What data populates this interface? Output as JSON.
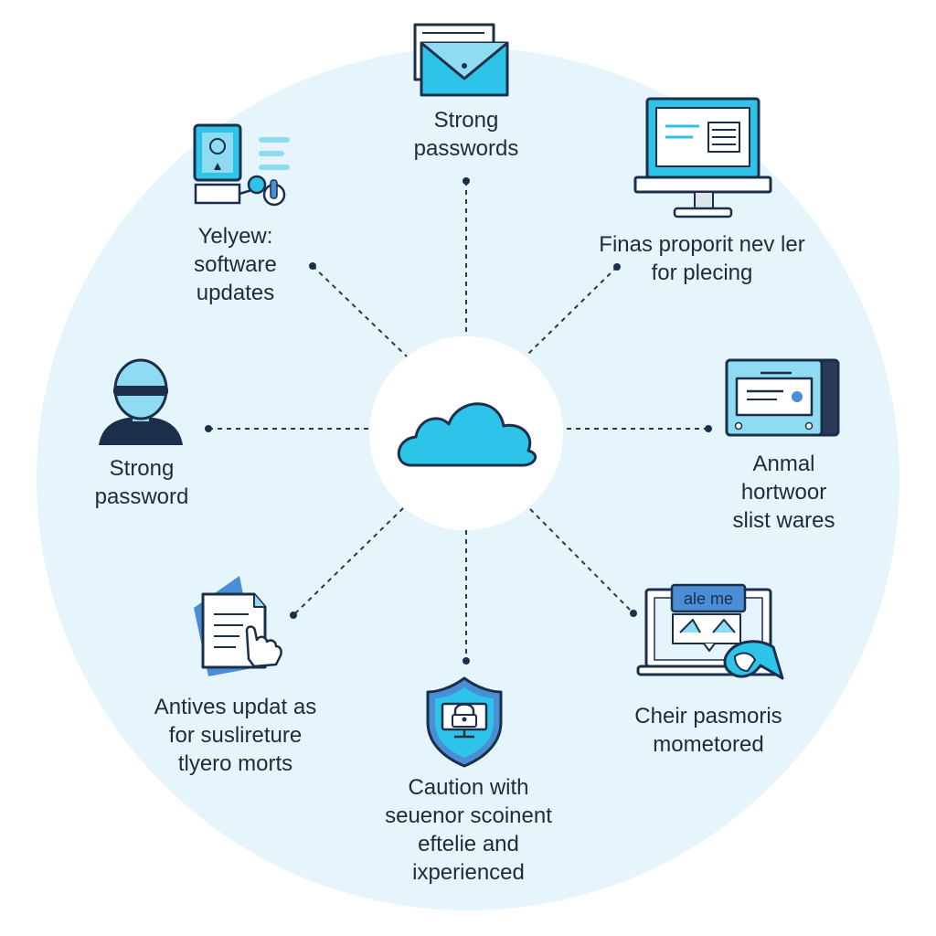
{
  "hub": {
    "icon": "cloud-icon"
  },
  "nodes": [
    {
      "id": "top",
      "icon": "envelope-icon",
      "lines": [
        "Strong",
        "passwords"
      ]
    },
    {
      "id": "top-right",
      "icon": "desktop-monitor-icon",
      "lines": [
        "Finas proporit nev ler",
        "for plecing"
      ]
    },
    {
      "id": "right",
      "icon": "screen-device-icon",
      "lines": [
        "Anmal",
        "hortwoor",
        "slist wares"
      ]
    },
    {
      "id": "bottom-right",
      "icon": "laptop-chat-icon",
      "badge": "ale me",
      "lines": [
        "Cheir pasmoris",
        "mometored"
      ]
    },
    {
      "id": "bottom",
      "icon": "shield-lock-icon",
      "lines": [
        "Caution with",
        "seuenor scoinent",
        "eftelie and",
        "ixperienced"
      ]
    },
    {
      "id": "bottom-left",
      "icon": "document-tap-icon",
      "lines": [
        "Antives updat as",
        "for suslireture",
        "tlyero morts"
      ]
    },
    {
      "id": "left",
      "icon": "hacker-sunglasses-icon",
      "lines": [
        "Strong",
        "password"
      ]
    },
    {
      "id": "top-left",
      "icon": "tablet-devices-icon",
      "lines": [
        "Yelyew:",
        "software",
        "updates"
      ]
    }
  ],
  "colors": {
    "background_circle": "#e6f5fc",
    "hub_circle": "#ffffff",
    "accent_cyan": "#2ec3e8",
    "light_cyan": "#8fdcf2",
    "accent_blue": "#4a8fd6",
    "outline_navy": "#1b2f4a",
    "connector": "#2b3a4a"
  }
}
